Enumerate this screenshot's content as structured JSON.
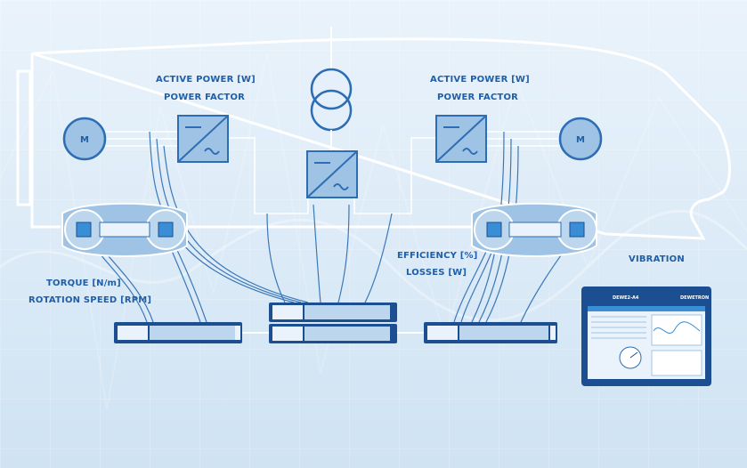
{
  "colors": {
    "background_top": "#eaf3fb",
    "background_bottom": "#cfe3f3",
    "line": "#ffffff",
    "label_text": "#1f5ea8",
    "component_fill": "#9fc3e4",
    "component_stroke": "#2d6db3",
    "device_dark": "#1c4f92",
    "accent": "#3a8ed6"
  },
  "labels": {
    "left_converter": {
      "line1": "ACTIVE POWER [W]",
      "line2": "POWER FACTOR"
    },
    "right_converter": {
      "line1": "ACTIVE POWER [W]",
      "line2": "POWER FACTOR"
    },
    "efficiency": {
      "line1": "EFFICIENCY [%]",
      "line2": "LOSSES [W]"
    },
    "torque": {
      "line1": "TORQUE [N/m]",
      "line2": "ROTATION SPEED [RPM]"
    },
    "vibration": "VIBRATION"
  },
  "components": {
    "left_motor": "M",
    "right_motor": "M",
    "analyzer_brand": "DEWETRON",
    "analyzer_model": "DEWE2-A4"
  },
  "icons": [
    "motor-icon",
    "transformer-icon",
    "inverter-icon",
    "bogie-icon",
    "daq-module-icon",
    "analyzer-icon"
  ]
}
